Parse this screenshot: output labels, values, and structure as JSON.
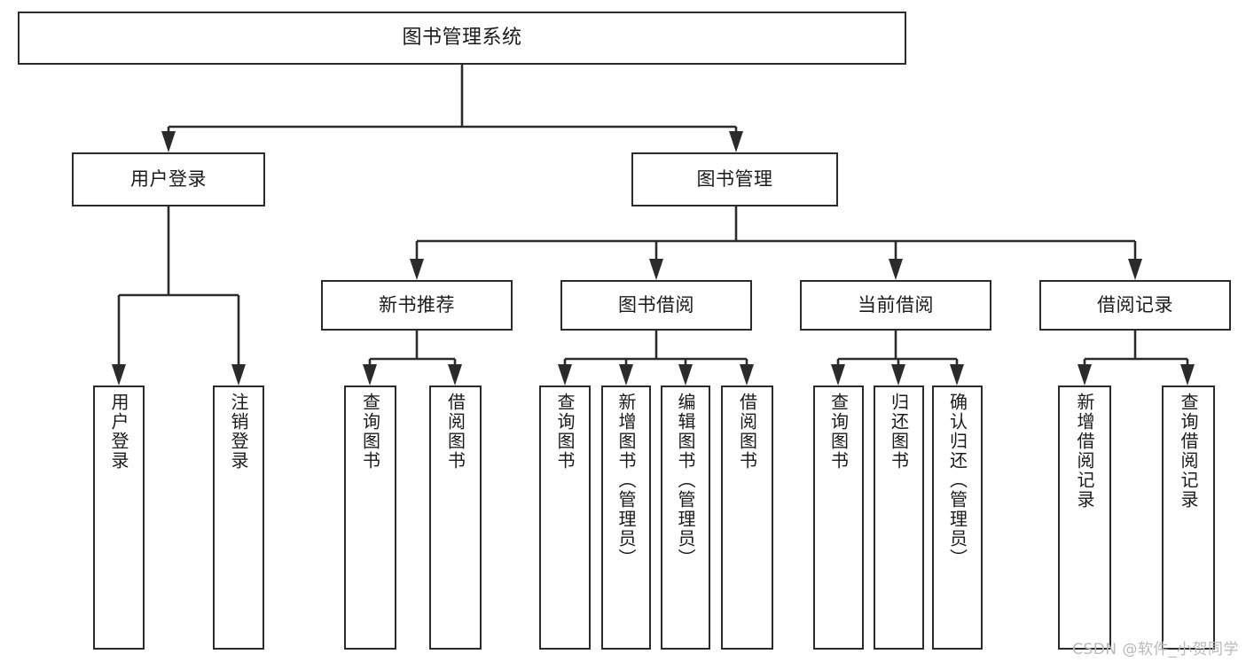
{
  "diagram": {
    "title": "图书管理系统",
    "type": "tree-hierarchy-chart",
    "watermark": "CSDN @软件_小贺同学",
    "colors": {
      "box_border": "#2b2b2b",
      "box_fill": "#ffffff",
      "connector": "#2b2b2b",
      "text": "#1b1b1b",
      "watermark": "#b9b9b9",
      "background": "#ffffff"
    },
    "nodes": {
      "root": {
        "label": "图书管理系统"
      },
      "level2": [
        {
          "id": "user-login",
          "label": "用户登录"
        },
        {
          "id": "book-manage",
          "label": "图书管理"
        }
      ],
      "level3": [
        {
          "id": "new-book-recommend",
          "label": "新书推荐"
        },
        {
          "id": "book-borrow",
          "label": "图书借阅"
        },
        {
          "id": "current-borrow",
          "label": "当前借阅"
        },
        {
          "id": "borrow-record",
          "label": "借阅记录"
        }
      ],
      "leaves": [
        {
          "id": "leaf-user-login",
          "label": "用户登录",
          "parent": "user-login"
        },
        {
          "id": "leaf-user-logout",
          "label": "注销登录",
          "parent": "user-login"
        },
        {
          "id": "leaf-query-book-1",
          "label": "查询图书",
          "parent": "new-book-recommend"
        },
        {
          "id": "leaf-borrow-book-1",
          "label": "借阅图书",
          "parent": "new-book-recommend"
        },
        {
          "id": "leaf-query-book-2",
          "label": "查询图书",
          "parent": "book-borrow"
        },
        {
          "id": "leaf-add-book",
          "label": "新增图书（管理员）",
          "parent": "book-borrow"
        },
        {
          "id": "leaf-edit-book",
          "label": "编辑图书（管理员）",
          "parent": "book-borrow"
        },
        {
          "id": "leaf-borrow-book-2",
          "label": "借阅图书",
          "parent": "book-borrow"
        },
        {
          "id": "leaf-query-book-3",
          "label": "查询图书",
          "parent": "current-borrow"
        },
        {
          "id": "leaf-return-book",
          "label": "归还图书",
          "parent": "current-borrow"
        },
        {
          "id": "leaf-confirm-return",
          "label": "确认归还（管理员）",
          "parent": "current-borrow"
        },
        {
          "id": "leaf-add-borrow-record",
          "label": "新增借阅记录",
          "parent": "borrow-record"
        },
        {
          "id": "leaf-query-borrow-record",
          "label": "查询借阅记录",
          "parent": "borrow-record"
        }
      ]
    }
  }
}
